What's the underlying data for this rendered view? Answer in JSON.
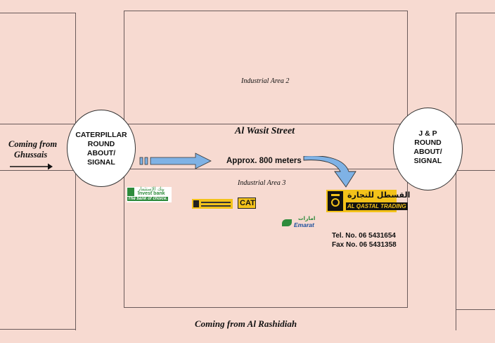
{
  "areas": {
    "industrial_area_2": "Industrial Area 2",
    "industrial_area_3": "Industrial Area 3"
  },
  "street": "Al Wasit Street",
  "coming_from_ghussais": [
    "Coming from",
    "Ghussais"
  ],
  "coming_from_rashidiah": "Coming from Al Rashidiah",
  "distance": "Approx.  800 meters",
  "roundabouts": {
    "left": [
      "CATERPILLAR",
      "ROUND",
      "ABOUT/",
      "SIGNAL"
    ],
    "right": [
      "J & P",
      "ROUND",
      "ABOUT/",
      "SIGNAL"
    ]
  },
  "logos": {
    "invest_bank_ar": "بنك الإستثمار",
    "invest_bank": "Invest bank",
    "invest_bank_tag": "The bank of choice.",
    "cat": "CAT",
    "emarat_ar": "امارات",
    "emarat": "Emarat",
    "alqastal_ar": "القسطل للتجارة",
    "alqastal": "AL QASTAL TRADING"
  },
  "contact": {
    "tel": "Tel. No. 06 5431654",
    "fax": "Fax No. 06 5431358"
  },
  "colors": {
    "background": "#f7dad1",
    "arrow": "#7fb2e5",
    "logo_yellow": "#f3c21a",
    "logo_green": "#2e8b3c",
    "emarat_blue": "#1a4e9c"
  }
}
